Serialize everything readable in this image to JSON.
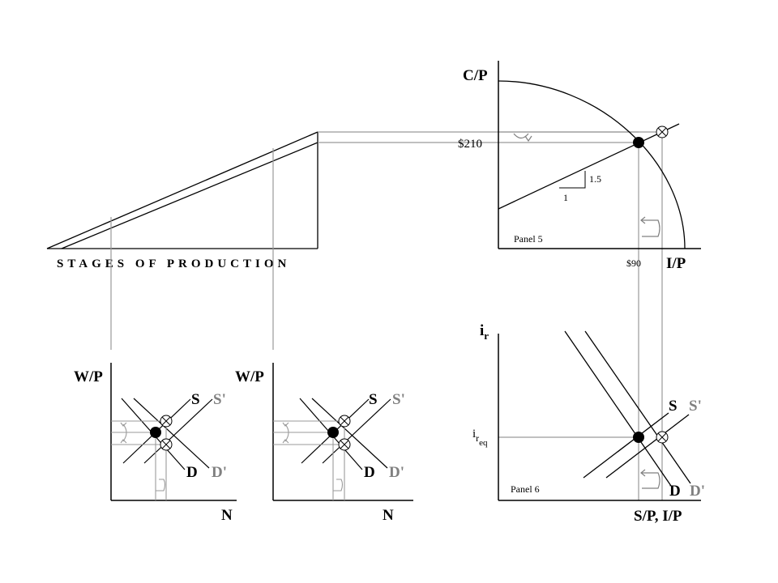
{
  "panel5": {
    "y_axis_label": "C/P",
    "x_axis_label": "I/P",
    "value_210": "$210",
    "value_90": "$90",
    "slope_rise": "1.5",
    "slope_run": "1",
    "title": "Panel 5"
  },
  "panel6": {
    "y_axis_label_main": "i",
    "y_axis_label_sub": "r",
    "eq_label_main": "i",
    "eq_label_sub1": "r",
    "eq_label_sub2": "eq",
    "x_axis_label": "S/P, I/P",
    "supply": "S",
    "supply_shift": "S'",
    "demand": "D",
    "demand_shift": "D'",
    "title": "Panel 6"
  },
  "stages_label": "STAGES OF PRODUCTION",
  "labor_left": {
    "y_axis_label": "W/P",
    "x_axis_label": "N",
    "supply": "S",
    "supply_shift": "S'",
    "demand": "D",
    "demand_shift": "D'"
  },
  "labor_right": {
    "y_axis_label": "W/P",
    "x_axis_label": "N",
    "supply": "S",
    "supply_shift": "S'",
    "demand": "D",
    "demand_shift": "D'"
  }
}
